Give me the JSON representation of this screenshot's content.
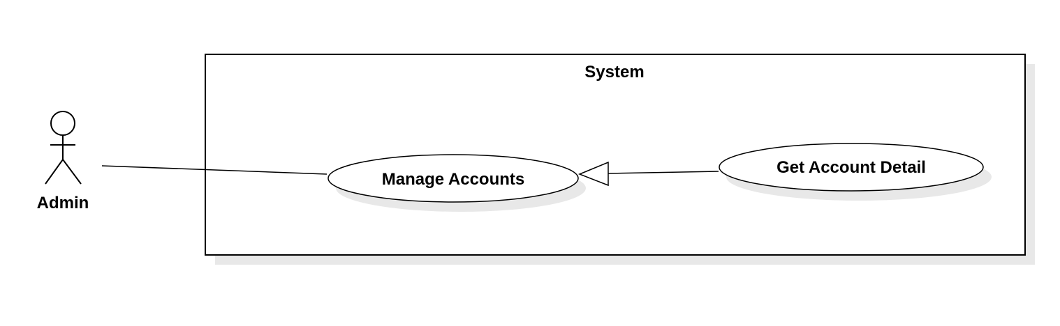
{
  "diagram": {
    "type": "uml-use-case",
    "system_boundary": {
      "label": "System"
    },
    "actors": [
      {
        "id": "admin",
        "label": "Admin"
      }
    ],
    "use_cases": [
      {
        "id": "manage-accounts",
        "label": "Manage Accounts"
      },
      {
        "id": "get-account-detail",
        "label": "Get Account Detail"
      }
    ],
    "relationships": [
      {
        "type": "association",
        "from": "admin",
        "to": "manage-accounts"
      },
      {
        "type": "generalization",
        "from": "get-account-detail",
        "to": "manage-accounts"
      }
    ],
    "colors": {
      "stroke": "#000000",
      "fill": "#ffffff",
      "shadow": "#e8e8e8"
    }
  }
}
